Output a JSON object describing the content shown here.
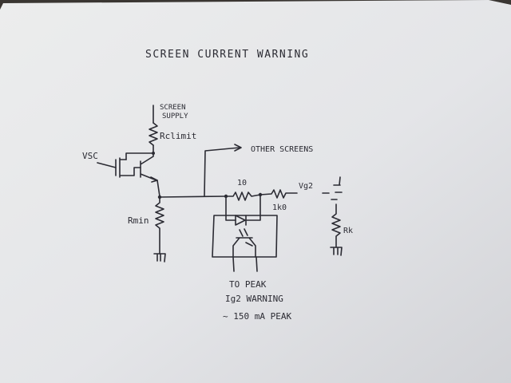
{
  "title": "SCREEN CURRENT WARNING",
  "labels": {
    "screen_supply_line1": "SCREEN",
    "screen_supply_line2": "SUPPLY",
    "r_climit": "Rclimit",
    "vsc": "VSC",
    "r_min": "Rmin",
    "other_screens": "OTHER SCREENS",
    "r_sense": "10",
    "r_stopper": "1k0",
    "vg2": "Vg2",
    "r_k": "Rk",
    "to_peak": "TO PEAK",
    "ig2_warning": "Ig2 WARNING",
    "peak_current": "~ 150 mA PEAK"
  },
  "colors": {
    "ink": "#2b2b33",
    "paper": "#e7e8ea",
    "background": "#3a3632"
  }
}
